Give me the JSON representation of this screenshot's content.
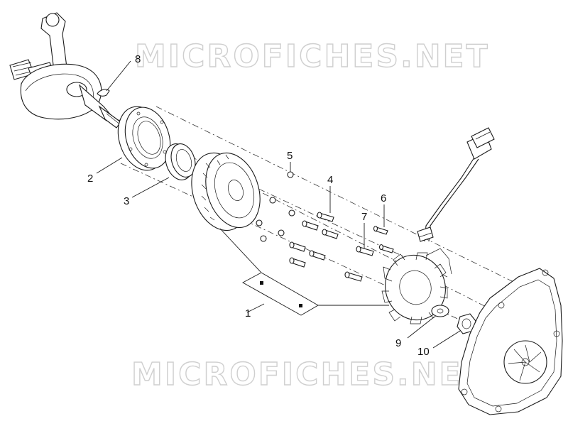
{
  "watermark": "MICROFICHES.NET",
  "callouts": {
    "c1": "1",
    "c2": "2",
    "c3": "3",
    "c4": "4",
    "c5": "5",
    "c6": "6",
    "c7": "7",
    "c8": "8",
    "c9": "9",
    "c10": "10"
  }
}
